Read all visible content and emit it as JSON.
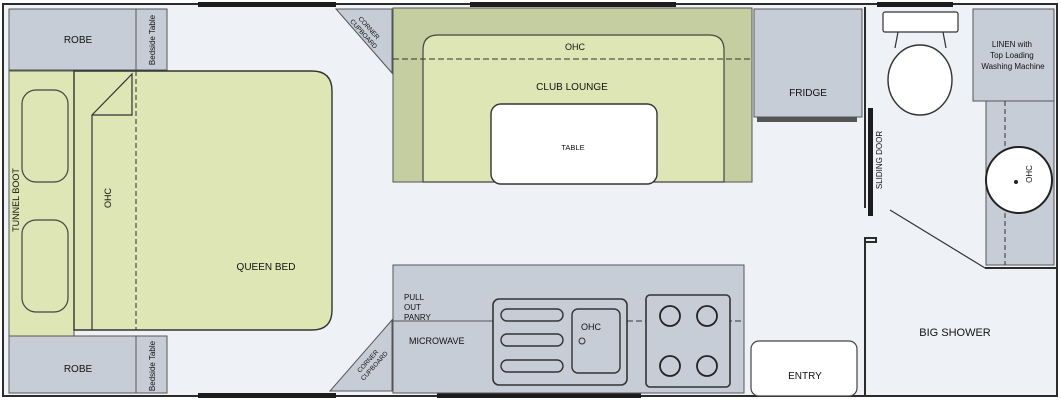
{
  "colors": {
    "floor": "#eef1f5",
    "wall": "#2b2b2b",
    "window": "#1c1c1c",
    "grey_fixture": "#c7cdd7",
    "lime": "#dfe6b6",
    "olive": "#c4cea0",
    "white": "#ffffff",
    "dash": "#333333"
  },
  "labels": {
    "robe_top": "ROBE",
    "robe_bottom": "ROBE",
    "bedside_top": "Bedside Table",
    "bedside_bottom": "Bedside Table",
    "corner_top": [
      "CORNER",
      "CUPBOARD"
    ],
    "corner_bottom": [
      "CORNER",
      "CUPBOARD"
    ],
    "tunnel_boot": "TUNNEL BOOT",
    "ohc_bed": "OHC",
    "queen_bed": "QUEEN BED",
    "ohc_lounge": "OHC",
    "club_lounge": "CLUB LOUNGE",
    "table": "TABLE",
    "fridge": "FRIDGE",
    "sliding_door": "SLIDING DOOR",
    "linen": [
      "LINEN with",
      "Top Loading",
      "Washing Machine"
    ],
    "ohc_bath": "OHC",
    "pantry": [
      "PULL",
      "OUT",
      "PANRY"
    ],
    "microwave": "MICROWAVE",
    "ohc_kitchen": "OHC",
    "entry": "ENTRY",
    "big_shower": "BIG SHOWER"
  }
}
